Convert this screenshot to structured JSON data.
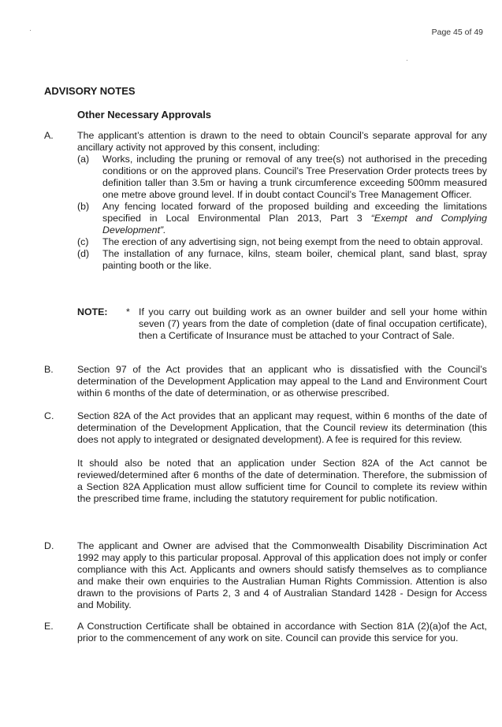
{
  "page_number": "Page 45 of 49",
  "heading": "ADVISORY NOTES",
  "subheading": "Other Necessary Approvals",
  "items": {
    "a": {
      "letter": "A.",
      "text": "The applicant’s attention is drawn to the need to obtain Council’s separate approval for any ancillary activity not approved by this consent, including:",
      "subitems": [
        {
          "label": "(a)",
          "text": "Works, including the pruning or removal of any tree(s) not authorised in the preceding conditions or on the approved plans. Council’s Tree Preservation Order protects trees by definition taller than 3.5m or having a trunk circumference exceeding 500mm measured one metre above ground level. If in doubt contact Council’s Tree Management Officer."
        },
        {
          "label": "(b)",
          "text": "Any fencing located forward of the proposed building and exceeding the limitations specified in Local Environmental Plan 2013, Part 3 ",
          "italic": "“Exempt and Complying Development”."
        },
        {
          "label": "(c)",
          "text": "The erection of any advertising sign, not being exempt from the need to obtain approval."
        },
        {
          "label": "(d)",
          "text": "The installation of any furnace, kilns, steam boiler, chemical plant, sand blast, spray painting booth or the like."
        }
      ]
    },
    "note": {
      "label": "NOTE:",
      "star": "*",
      "text": "If you carry out building work as an owner builder and sell your home within seven (7) years from the date of completion (date of final occupation certificate), then a Certificate of Insurance must be attached to your Contract of Sale."
    },
    "b": {
      "letter": "B.",
      "text": "Section 97 of the Act provides that an applicant who is dissatisfied with the Council’s determination of the Development Application may appeal to the Land and Environment Court within 6 months of the date of determination, or as otherwise prescribed."
    },
    "c": {
      "letter": "C.",
      "text": "Section 82A of the Act provides that an applicant may request, within 6 months of the date of determination of the Development Application, that the Council review its determination (this does not apply to integrated or designated development).   A fee is required for this review.",
      "text2": "It should also be noted that an application under Section 82A of the Act cannot be reviewed/determined after 6 months of the date of determination.   Therefore, the submission of a Section 82A Application must allow sufficient time for Council to complete its review within the prescribed time frame, including the statutory requirement for public notification."
    },
    "d": {
      "letter": "D.",
      "text": "The applicant and Owner are advised that the Commonwealth Disability Discrimination Act 1992 may apply to this particular proposal. Approval of this application does not imply or confer compliance with this Act. Applicants and owners should satisfy themselves as to compliance and make their own enquiries to the Australian Human Rights Commission. Attention is also drawn to the provisions of Parts 2, 3 and 4 of Australian Standard 1428 - Design for Access and Mobility."
    },
    "e": {
      "letter": "E.",
      "text": "A Construction Certificate shall be obtained in accordance with Section 81A (2)(a)of the Act, prior to the commencement of any work on site. Council can provide this service for you."
    }
  }
}
